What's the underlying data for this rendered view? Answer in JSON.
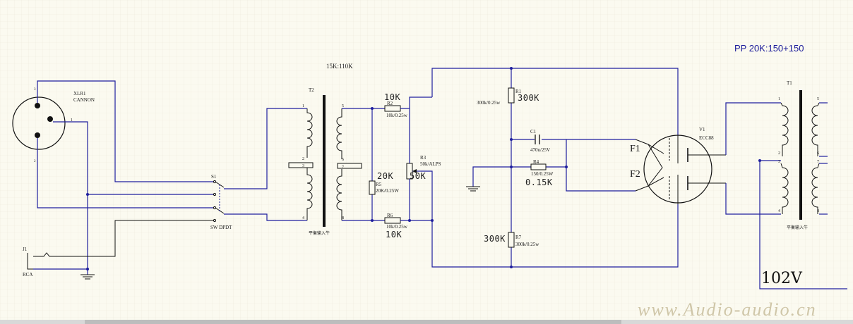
{
  "title": "PP  20K:150+150",
  "transformer_ratio": "15K:110K",
  "voltage": "102V",
  "watermark": "www.Audio-audio.cn",
  "xlr": {
    "ref": "XLR1",
    "name": "CANNON",
    "pin1": "1",
    "pin2": "2",
    "pin3": "3"
  },
  "rca": {
    "ref": "J1",
    "name": "RCA"
  },
  "switch": {
    "ref": "S1",
    "name": "SW DPDT"
  },
  "t2": {
    "ref": "T2",
    "p1": "1",
    "p2": "2",
    "p3": "3",
    "p4": "4",
    "p5": "5",
    "p6": "6",
    "p7": "7",
    "p8": "8",
    "caption": "平衡输入牛"
  },
  "r2": {
    "value": "10K",
    "ref": "R2",
    "spec": "10k/0.25w"
  },
  "r3": {
    "ref": "R3",
    "spec": "50k/ALPS",
    "value": "50K"
  },
  "r5": {
    "value": "20K",
    "ref": "R5",
    "spec": "20K/0.25W"
  },
  "r6": {
    "ref": "R6",
    "spec": "10k/0.25w",
    "value": "10K"
  },
  "r1": {
    "ref": "R1",
    "spec": "300k/0.25w",
    "value": "300K"
  },
  "c1": {
    "ref": "C1",
    "spec": "470u/25V"
  },
  "r4": {
    "ref": "R4",
    "spec": "150/0.25W",
    "value": "0.15K"
  },
  "r7": {
    "value": "300K",
    "ref": "R7",
    "spec": "300k/0.25w"
  },
  "v1": {
    "ref": "V1",
    "type": "ECC88",
    "f1": "F1",
    "f2": "F2"
  },
  "t1": {
    "ref": "T1",
    "p1": "1",
    "p2": "2",
    "p3": "3",
    "p4": "4",
    "p5": "5",
    "p6": "6",
    "p7": "7",
    "p8": "8",
    "caption": "平衡输入牛"
  }
}
